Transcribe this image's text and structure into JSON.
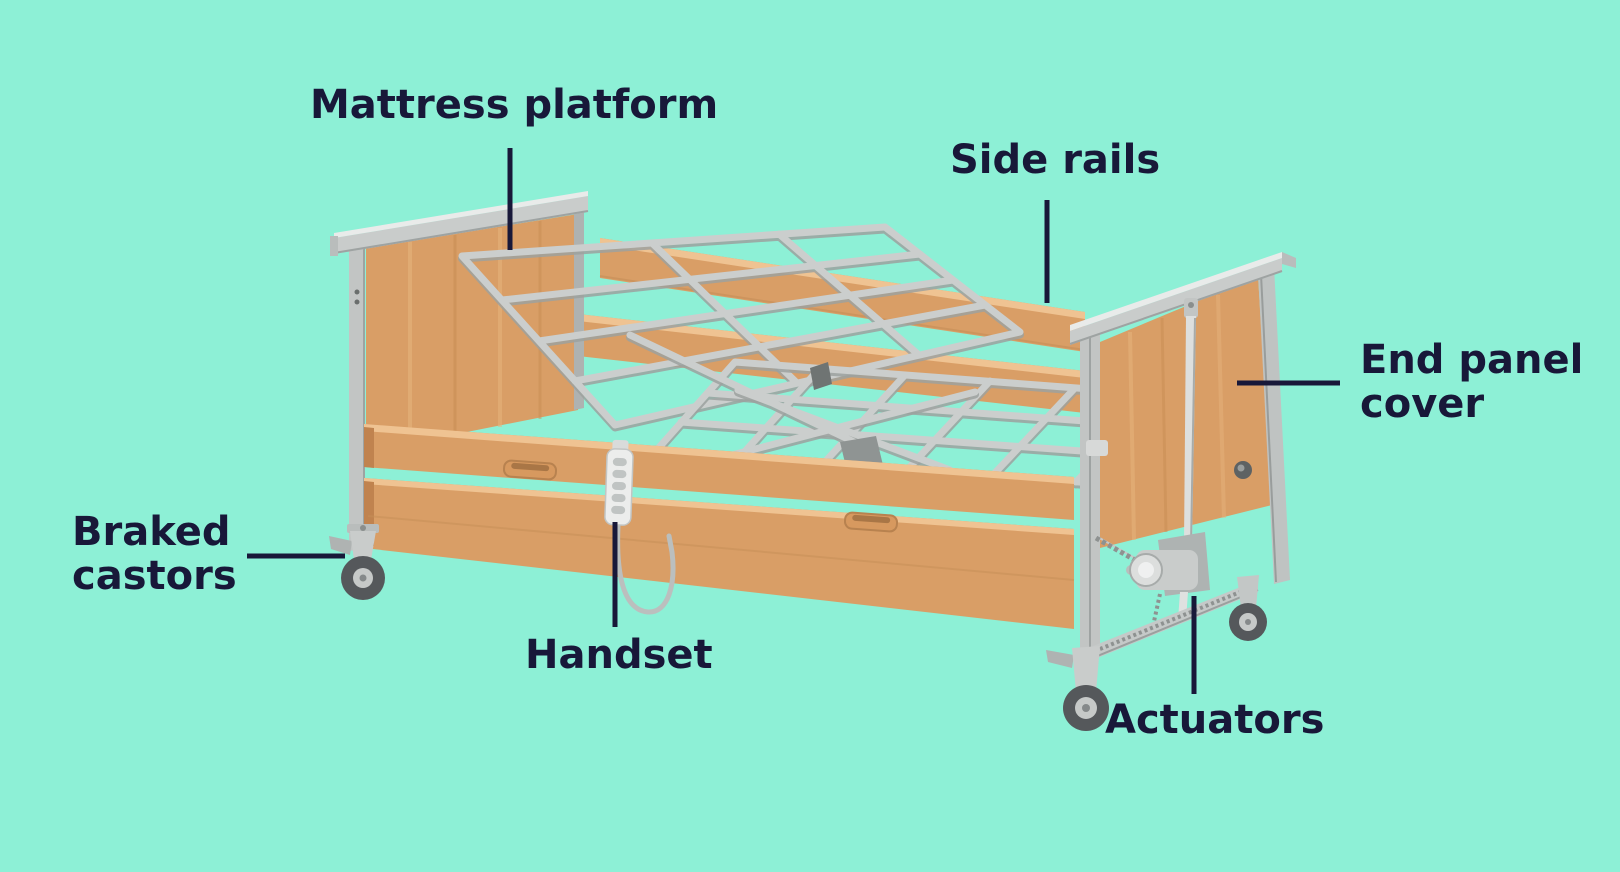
{
  "colors": {
    "background": "#8DF0D6",
    "label_text": "#181839",
    "leader_line": "#181839",
    "wood": "#D99E66",
    "wood_light": "#EFC392",
    "wood_dark": "#BC8450",
    "metal": "#C9CCCB",
    "metal_dark": "#9EA3A2",
    "metal_light": "#E9EBEA",
    "tyre": "#55585B"
  },
  "diagram": {
    "labels": {
      "mattress_platform": "Mattress platform",
      "side_rails": "Side rails",
      "end_panel_cover": "End panel\ncover",
      "braked_castors": "Braked\ncastors",
      "handset": "Handset",
      "actuators": "Actuators"
    }
  }
}
